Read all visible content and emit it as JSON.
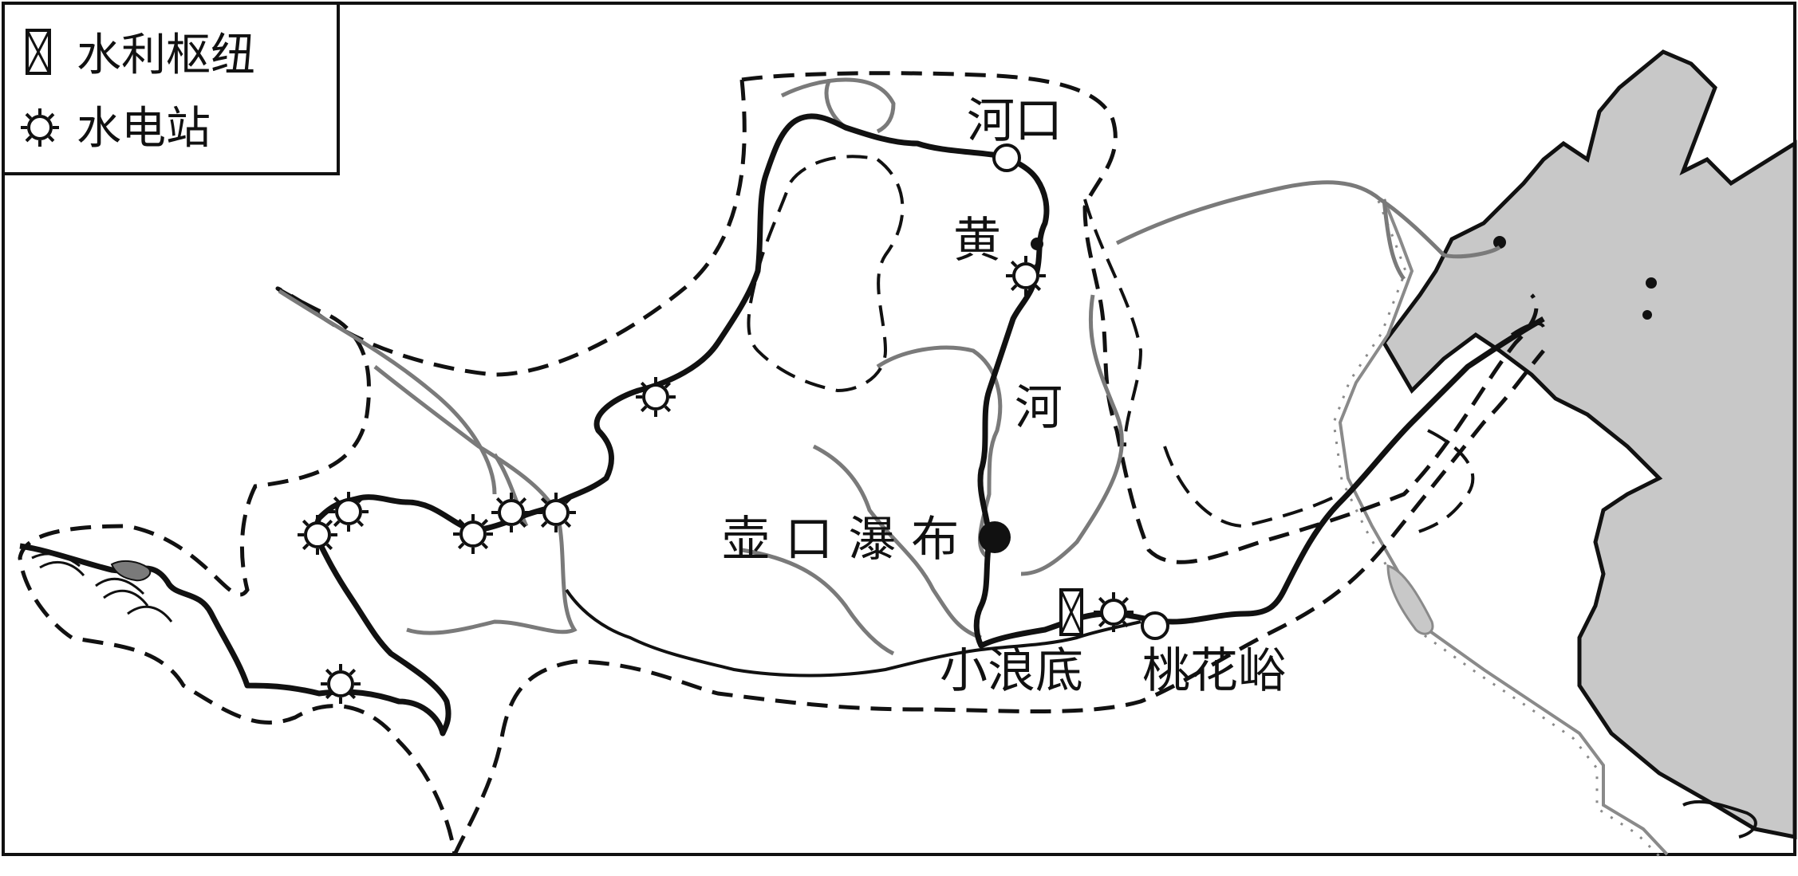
{
  "legend": {
    "items": [
      {
        "symbol": "hydro-hub-icon",
        "label": "水利枢纽"
      },
      {
        "symbol": "power-station-icon",
        "label": "水电站"
      }
    ]
  },
  "labels": {
    "hekou": "河口",
    "huang": "黄",
    "he": "河",
    "hukou_falls": "壶 口 瀑 布",
    "xiaolangdi": "小浪底",
    "taohuayu": "桃花峪"
  },
  "colors": {
    "sea": "#c8c8c8",
    "river_main": "#111111",
    "tributary": "#7a7a7a",
    "basin_boundary": "#111111",
    "railway": "#8a8a8a"
  }
}
